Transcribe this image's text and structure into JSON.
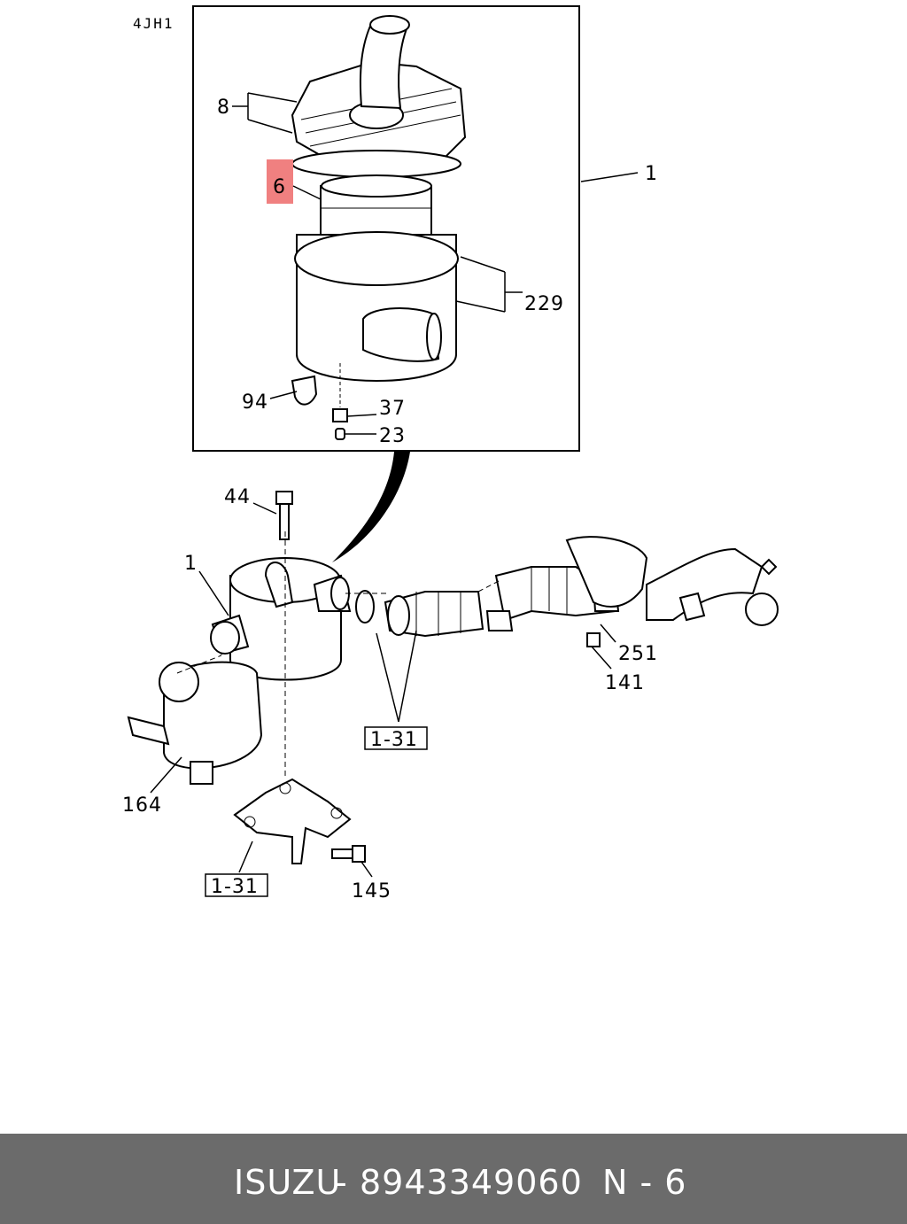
{
  "diagram": {
    "engine_code": "4JH1",
    "highlighted_label": "6",
    "labels": {
      "n8": "8",
      "n6": "6",
      "n1_top": "1",
      "n229": "229",
      "n94": "94",
      "n37": "37",
      "n23": "23",
      "n44": "44",
      "n1_bottom": "1",
      "n251": "251",
      "n141": "141",
      "n164": "164",
      "n145": "145",
      "ref_box_1": "1-31",
      "ref_box_2": "1-31"
    },
    "highlight_color": "#f08080"
  },
  "footer": {
    "brand": "ISUZU",
    "separator": "-",
    "part_number": "8943349060",
    "page_ref": "N - 6",
    "background_color": "#6b6b6b"
  }
}
